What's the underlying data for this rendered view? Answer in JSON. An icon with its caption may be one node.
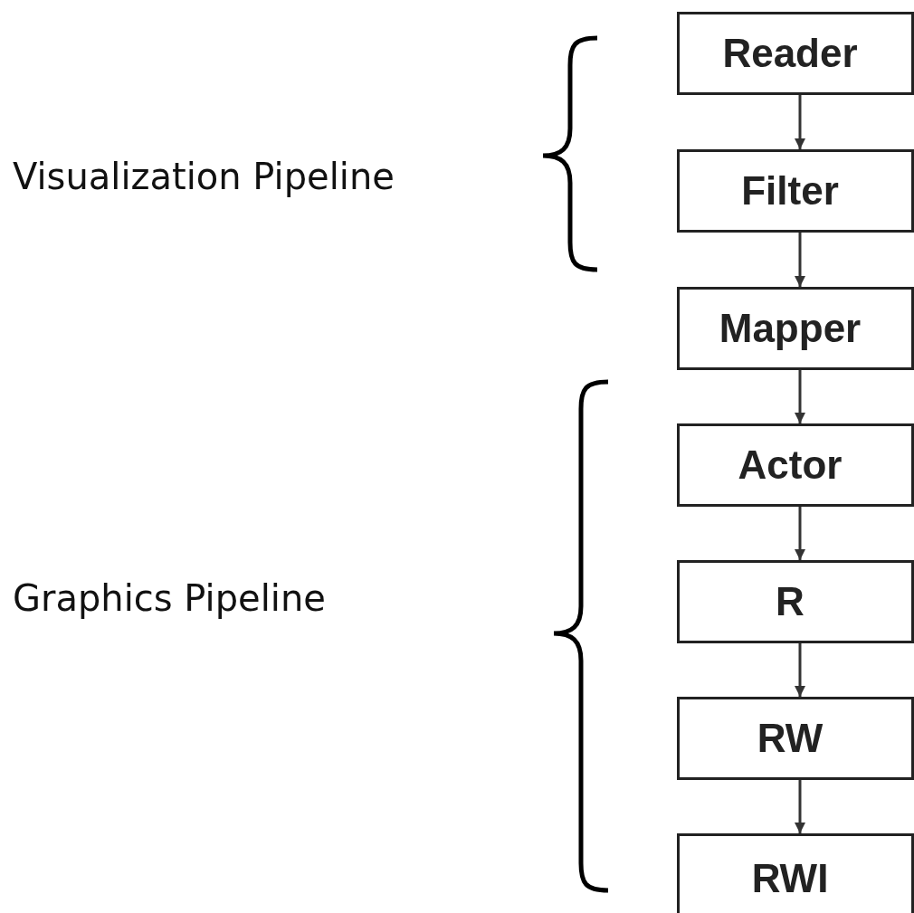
{
  "diagram": {
    "nodes": [
      {
        "text": [
          "Reader"
        ]
      },
      {
        "text": [
          "Filter"
        ]
      },
      {
        "text": [
          "Mapper"
        ]
      },
      {
        "text": [
          "Actor"
        ]
      },
      {
        "text": [
          "R"
        ]
      },
      {
        "text": [
          "RW"
        ]
      },
      {
        "text": [
          "RWI"
        ]
      }
    ],
    "edges": [
      {
        "from": 0,
        "to": 1,
        "arrow": "to"
      },
      {
        "from": 1,
        "to": 2,
        "arrow": "to"
      },
      {
        "from": 2,
        "to": 3,
        "arrow": "to"
      },
      {
        "from": 3,
        "to": 4,
        "arrow": "to"
      },
      {
        "from": 4,
        "to": 5,
        "arrow": "to"
      },
      {
        "from": 5,
        "to": 6,
        "arrow": "to"
      }
    ],
    "labels": [
      "Visualization Pipeline",
      "Graphics Pipeline"
    ]
  }
}
